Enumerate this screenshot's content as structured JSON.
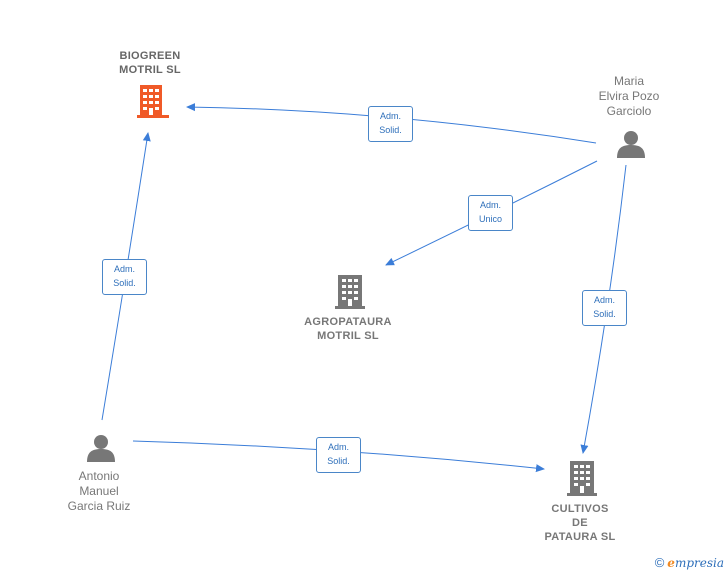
{
  "colors": {
    "edge": "#3b7dd8",
    "company_main": "#f05a28",
    "company": "#777777",
    "person": "#777777"
  },
  "nodes": {
    "biogreen": {
      "lines": [
        "BIOGREEN",
        "MOTRIL  SL"
      ],
      "icon": "building-icon"
    },
    "agropataura": {
      "lines": [
        "AGROPATAURA",
        "MOTRIL  SL"
      ],
      "icon": "building-icon"
    },
    "cultivos": {
      "lines": [
        "CULTIVOS",
        "DE",
        "PATAURA  SL"
      ],
      "icon": "building-icon"
    },
    "maria": {
      "lines": [
        "Maria",
        "Elvira Pozo",
        "Garciolo"
      ],
      "icon": "person-icon"
    },
    "antonio": {
      "lines": [
        "Antonio",
        "Manuel",
        "Garcia Ruiz"
      ],
      "icon": "person-icon"
    }
  },
  "edges": {
    "maria_biogreen": {
      "lines": [
        "Adm.",
        "Solid."
      ]
    },
    "maria_agropataura": {
      "lines": [
        "Adm.",
        "Unico"
      ]
    },
    "maria_cultivos": {
      "lines": [
        "Adm.",
        "Solid."
      ]
    },
    "antonio_biogreen": {
      "lines": [
        "Adm.",
        "Solid."
      ]
    },
    "antonio_cultivos": {
      "lines": [
        "Adm.",
        "Solid."
      ]
    }
  },
  "footer": {
    "copyright": "©",
    "brand_initial": "e",
    "brand_rest": "mpresia"
  }
}
